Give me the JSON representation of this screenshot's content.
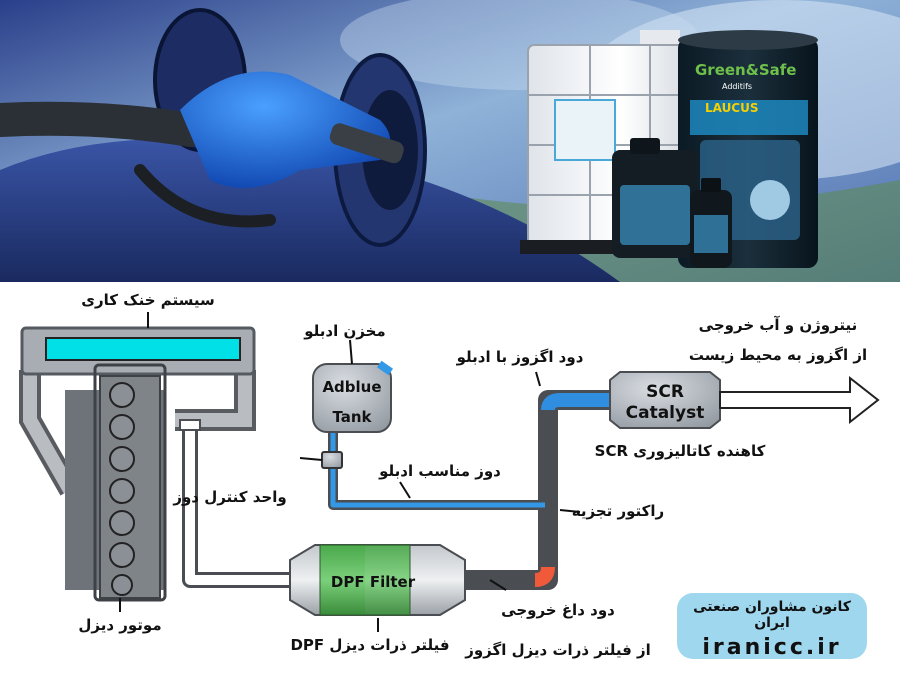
{
  "photo": {
    "logo_text": "Green&Safe",
    "logo_sub": "Additifs",
    "product_name": "LAUCUS"
  },
  "diagram": {
    "labels": {
      "cooling_system": "سیستم خنک کاری",
      "diesel_engine": "موتور دیزل",
      "adblue_tank_fa": "مخزن ادبلو",
      "dosing_unit": "واحد کنترل دوز",
      "dose_adblue": "دوز مناسب ادبلو",
      "exhaust_with_adblue": "دود اگزوز با ادبلو",
      "decomposition_reactor": "راکتور تجزیه",
      "scr_catalyst_fa": "کاهنده کاتالیزوری SCR",
      "output_line1": "نیتروژن و آب خروجی",
      "output_line2": "از اگزوز به محیط زیست",
      "hot_exhaust_line1": "دود داغ خروجی",
      "hot_exhaust_line2": "از فیلتر ذرات دیزل اگزوز",
      "dpf_fa": "فیلتر ذرات دیزل DPF"
    },
    "boxes": {
      "adblue_line1": "Adblue",
      "adblue_line2": "Tank",
      "scr_line1": "SCR",
      "scr_line2": "Catalyst",
      "dpf": "DPF Filter"
    },
    "colors": {
      "cooling_bar": "#00e0e6",
      "adblue_line": "#3399e6",
      "hot_gas": "#f05a3a",
      "dpf_green": "#5cb85c",
      "badge": "#9fd7ee"
    }
  },
  "badge": {
    "title": "کانون مشاوران صنعتی ایران",
    "url": "iranicc.ir"
  }
}
